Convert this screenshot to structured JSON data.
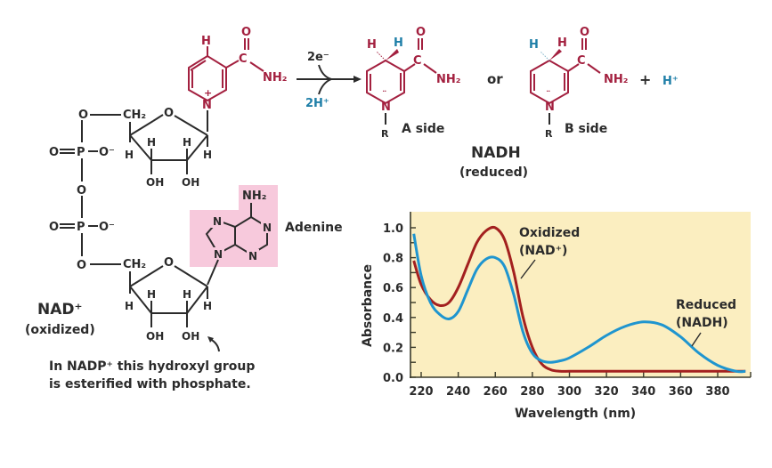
{
  "nad_structure": {
    "label": "NAD⁺",
    "state": "(oxidized)",
    "nicotinamide_atoms": {
      "H": "H",
      "O": "O",
      "C": "C",
      "NH2": "NH₂",
      "N_plus": "N",
      "charge": "+"
    },
    "ribose_labels": {
      "O_link": "O",
      "CH2": "CH₂",
      "ring_O": "O",
      "H": "H",
      "OH": "OH"
    },
    "phosphate_labels": {
      "O_double": "O",
      "P": "P",
      "O_minus": "O⁻",
      "O_bridge": "O"
    },
    "adenine": {
      "label": "Adenine",
      "NH2": "NH₂",
      "N": "N",
      "highlight_color": "#f7c9dc"
    },
    "nadp_note_line1": "In NADP⁺ this hydroxyl group",
    "nadp_note_line2": "is esterified with phosphate."
  },
  "reaction": {
    "electrons": "2e⁻",
    "protons": "2H⁺",
    "or_label": "or",
    "plus": "+",
    "h_plus": "H⁺"
  },
  "nadh_structure": {
    "label": "NADH",
    "state": "(reduced)",
    "a_side": {
      "label": "A side",
      "R": "R",
      "N": "N",
      "NH2": "NH₂",
      "O": "O",
      "C": "C",
      "H_red": "H",
      "H_blue": "H"
    },
    "b_side": {
      "label": "B side",
      "R": "R",
      "N": "N",
      "NH2": "NH₂",
      "O": "O",
      "C": "C",
      "H_red": "H",
      "H_blue": "H"
    }
  },
  "colors": {
    "nicotinamide": "#a3203f",
    "transferred_h": "#1f7fa8",
    "chart_bg": "#fbeec0",
    "oxidized_line": "#a3201f",
    "reduced_line": "#1f95cf"
  },
  "chart_data": {
    "type": "line",
    "title": "",
    "xlabel": "Wavelength (nm)",
    "ylabel": "Absorbance",
    "xlim": [
      213,
      396
    ],
    "ylim": [
      0.0,
      1.1
    ],
    "x_ticks": [
      220,
      240,
      260,
      280,
      300,
      320,
      340,
      360,
      380
    ],
    "y_ticks": [
      "0.0",
      "0.2",
      "0.4",
      "0.6",
      "0.8",
      "1.0"
    ],
    "grid": false,
    "legend": "inline annotations",
    "x": [
      216,
      220,
      225,
      230,
      235,
      240,
      245,
      250,
      255,
      260,
      265,
      270,
      275,
      280,
      285,
      290,
      295,
      300,
      310,
      320,
      330,
      340,
      350,
      360,
      370,
      380,
      390,
      395
    ],
    "series": [
      {
        "name": "Oxidized (NAD⁺)",
        "values": [
          0.78,
          0.62,
          0.52,
          0.48,
          0.5,
          0.6,
          0.75,
          0.9,
          0.98,
          1.0,
          0.92,
          0.7,
          0.4,
          0.2,
          0.09,
          0.05,
          0.04,
          0.04,
          0.04,
          0.04,
          0.04,
          0.04,
          0.04,
          0.04,
          0.04,
          0.04,
          0.04,
          0.04
        ]
      },
      {
        "name": "Reduced (NADH)",
        "values": [
          0.96,
          0.68,
          0.5,
          0.42,
          0.39,
          0.44,
          0.58,
          0.72,
          0.79,
          0.8,
          0.74,
          0.55,
          0.3,
          0.16,
          0.11,
          0.1,
          0.11,
          0.13,
          0.2,
          0.28,
          0.34,
          0.37,
          0.35,
          0.27,
          0.16,
          0.08,
          0.04,
          0.04
        ]
      }
    ],
    "annotations": [
      "Oxidized",
      "(NAD⁺)",
      "Reduced",
      "(NADH)"
    ]
  }
}
